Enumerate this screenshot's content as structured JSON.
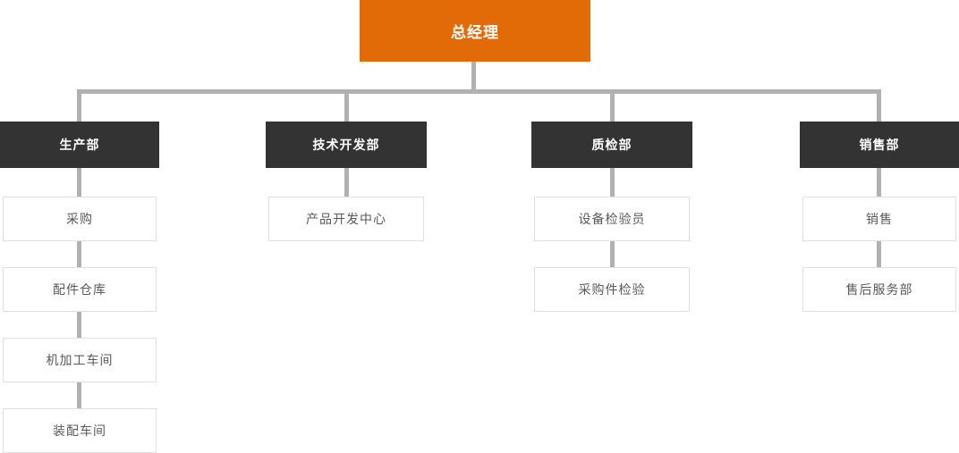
{
  "theme": {
    "colors": {
      "root-bg": "#e26b08",
      "dept-bg": "#333333",
      "line": "#b1b1b1",
      "node-border": "#e0e0e0",
      "node-text": "#595959",
      "box-text": "#ffffff"
    }
  },
  "chart_data": {
    "type": "org-tree",
    "root": {
      "label": "总经理"
    },
    "columns": [
      {
        "head": "生产部",
        "children": [
          "采购",
          "配件仓库",
          "机加工车间",
          "装配车间"
        ]
      },
      {
        "head": "技术开发部",
        "children": [
          "产品开发中心"
        ]
      },
      {
        "head": "质检部",
        "children": [
          "设备检验员",
          "采购件检验"
        ]
      },
      {
        "head": "销售部",
        "children": [
          "销售",
          "售后服务部"
        ]
      }
    ]
  }
}
